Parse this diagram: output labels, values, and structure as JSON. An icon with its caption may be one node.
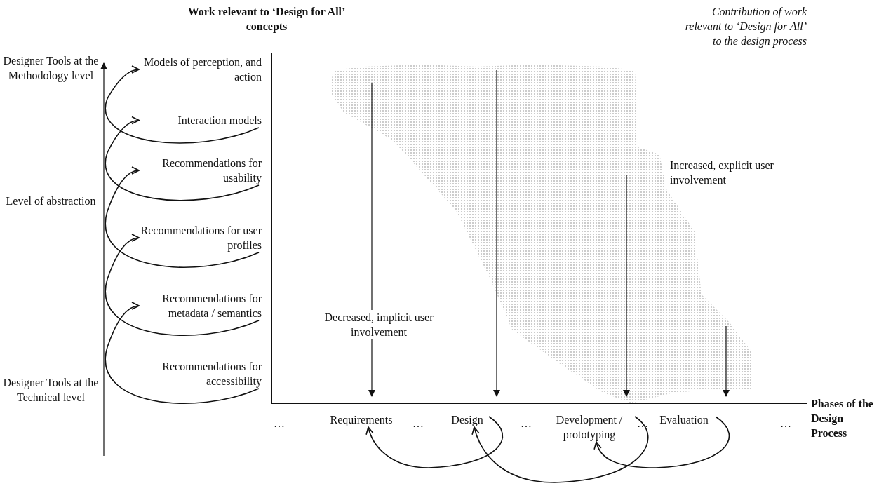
{
  "diagram": {
    "nodes": [
      {
        "text": [
          "Models of perception, and action"
        ]
      },
      {
        "text": [
          "Interaction models"
        ]
      },
      {
        "text": [
          "Recommendations for usability"
        ]
      },
      {
        "text": [
          "Recommendations for user profiles"
        ]
      },
      {
        "text": [
          "Recommendations for metadata / semantics"
        ]
      },
      {
        "text": [
          "Recommendations for accessibility"
        ]
      },
      {
        "text": [
          "Requirements"
        ]
      },
      {
        "text": [
          "Design"
        ]
      },
      {
        "text": [
          "Development / prototyping"
        ]
      },
      {
        "text": [
          "Evaluation"
        ]
      }
    ],
    "edges": [
      {
        "from": 5,
        "to": 4,
        "arrow": "to"
      },
      {
        "from": 4,
        "to": 3,
        "arrow": "to"
      },
      {
        "from": 3,
        "to": 2,
        "arrow": "to"
      },
      {
        "from": 2,
        "to": 1,
        "arrow": "to"
      },
      {
        "from": 1,
        "to": 0,
        "arrow": "to"
      },
      {
        "from": 7,
        "to": 6,
        "arrow": "to"
      },
      {
        "from": 8,
        "to": 7,
        "arrow": "to"
      },
      {
        "from": 9,
        "to": 8,
        "arrow": "to"
      }
    ],
    "labels": [
      "Work relevant to ‘Design for All’ concepts",
      "Contribution of work relevant to ‘Design for All’ to the design process",
      "Designer Tools at the Methodology level",
      "Level of abstraction",
      "Increased, explicit user involvement",
      "Decreased, implicit user involvement",
      "Designer Tools at the Technical level",
      "…",
      "…",
      "…",
      "…",
      "…",
      "Phases of the Design Process"
    ]
  }
}
